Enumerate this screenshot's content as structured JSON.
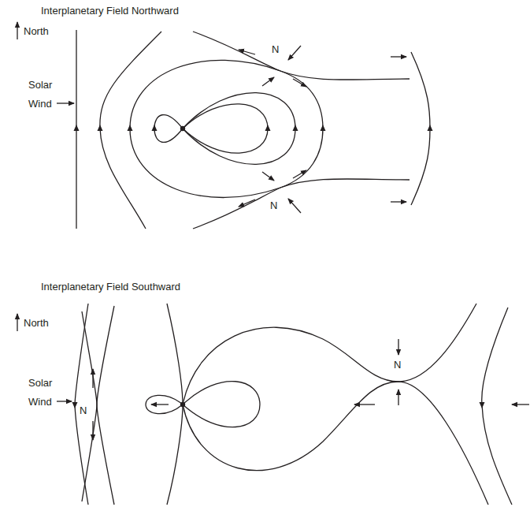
{
  "diagram": {
    "labels": [
      "Interplanetary Field Northward",
      "North",
      "Solar Wind",
      "N",
      "N",
      "Interplanetary Field Southward",
      "North",
      "Solar Wind",
      "N",
      "N"
    ]
  }
}
